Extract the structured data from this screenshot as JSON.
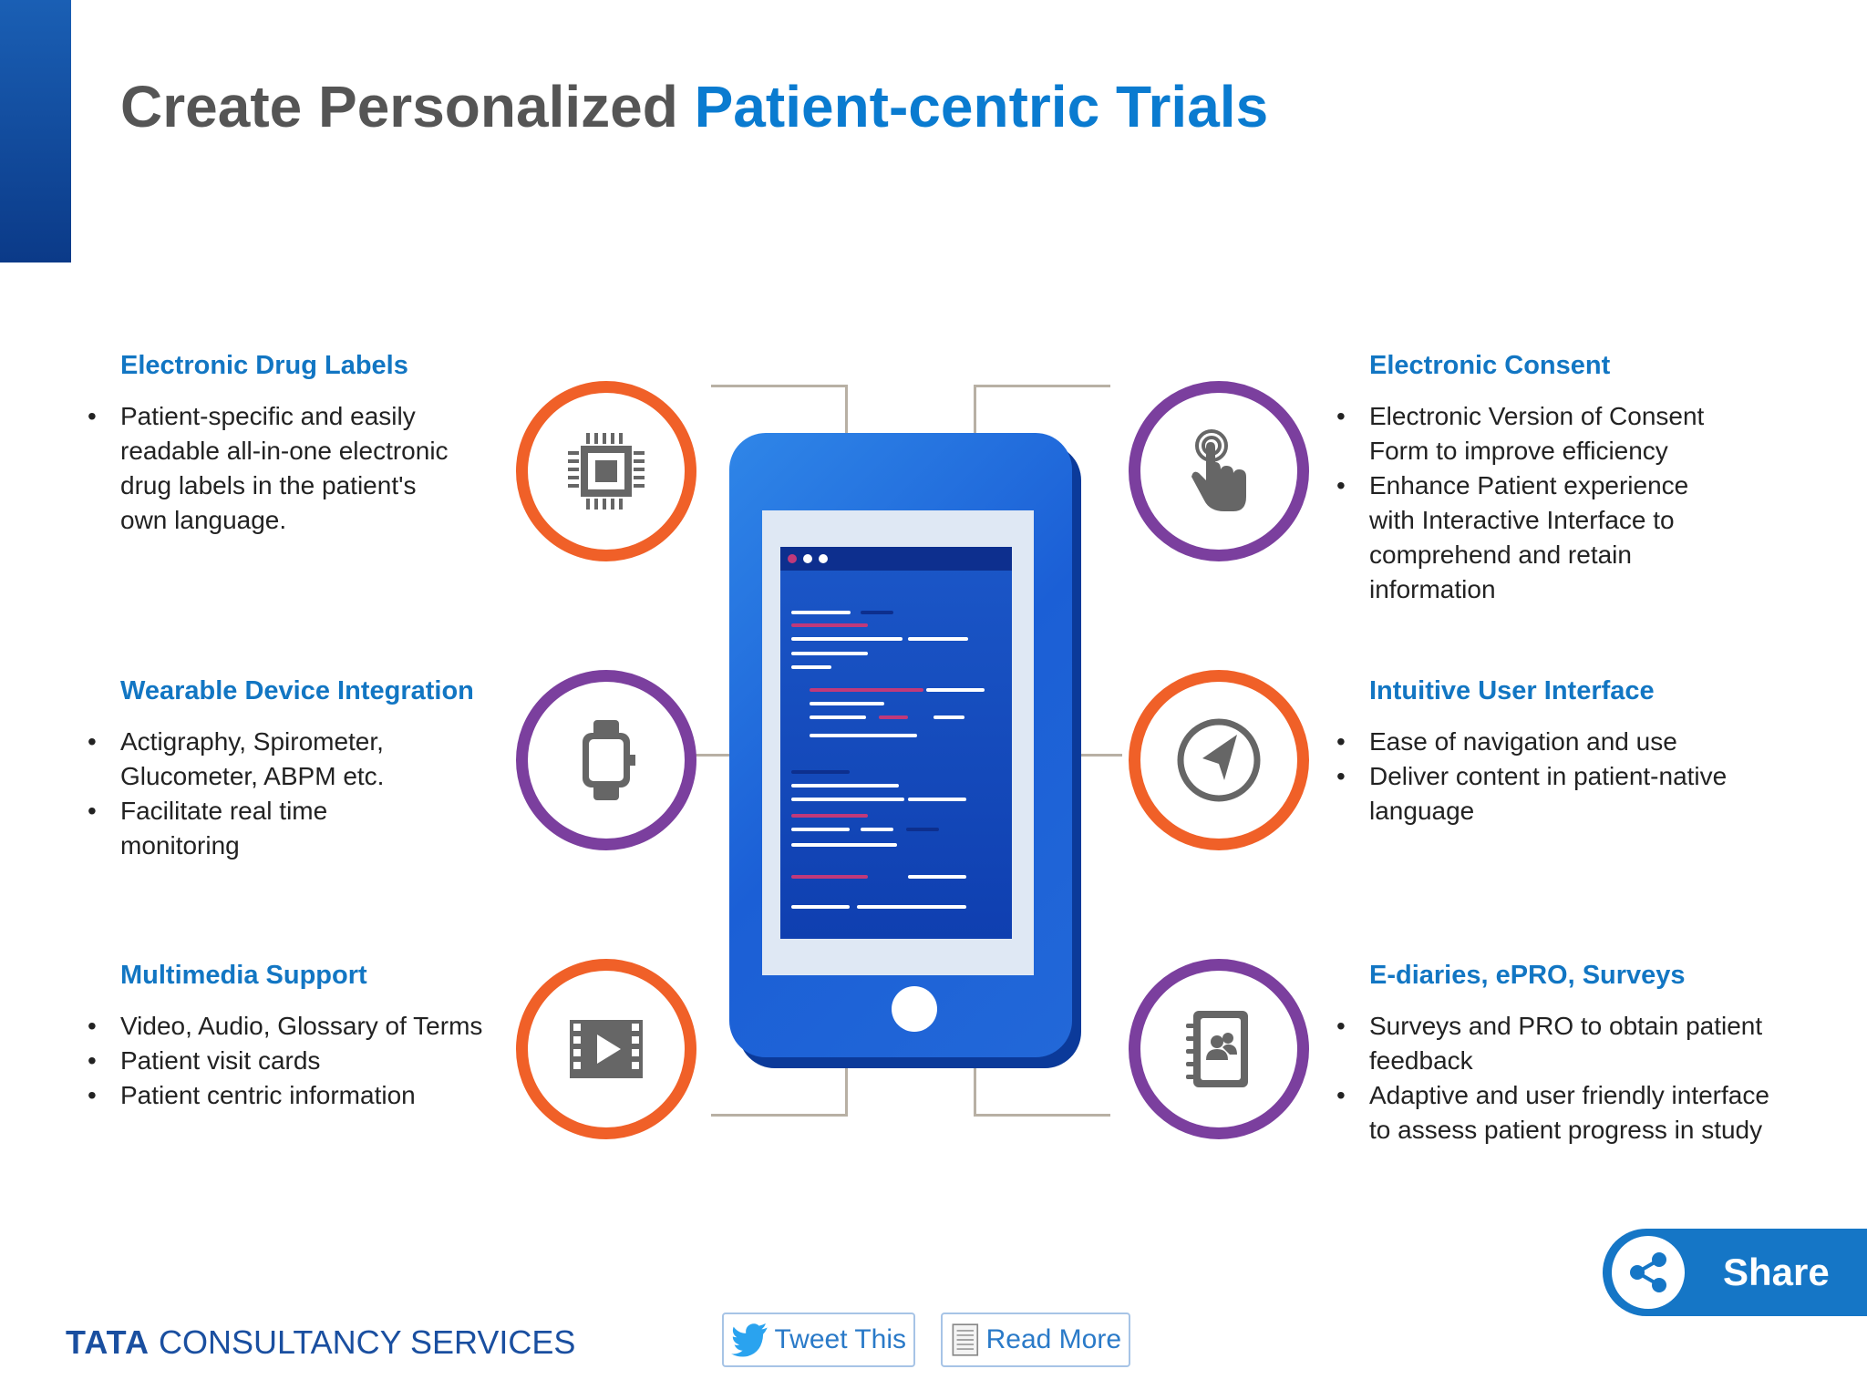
{
  "title": {
    "part1": "Create Personalized ",
    "part2": "Patient-centric Trials"
  },
  "sections": {
    "drug_labels": {
      "heading": "Electronic Drug Labels",
      "items": [
        "Patient-specific and easily readable all-in-one electronic drug labels in the patient's own language."
      ]
    },
    "wearable": {
      "heading": "Wearable Device Integration",
      "items": [
        "Actigraphy, Spirometer, Glucometer, ABPM etc.",
        "Facilitate real time monitoring"
      ]
    },
    "multimedia": {
      "heading": "Multimedia Support",
      "items": [
        "Video, Audio, Glossary of Terms",
        "Patient visit cards",
        "Patient centric information"
      ]
    },
    "consent": {
      "heading": "Electronic Consent",
      "items": [
        "Electronic Version of Consent Form to improve efficiency",
        "Enhance  Patient experience with Interactive Interface to comprehend and retain information"
      ]
    },
    "ui": {
      "heading": "Intuitive User Interface",
      "items": [
        "Ease of navigation and use",
        "Deliver content in patient-native language"
      ]
    },
    "ediaries": {
      "heading": "E-diaries, ePRO, Surveys",
      "items": [
        "Surveys and PRO to obtain patient feedback",
        "Adaptive and user friendly interface to assess patient progress in study"
      ]
    }
  },
  "icons": {
    "drug_labels": "chip-icon",
    "wearable": "smartwatch-icon",
    "multimedia": "video-icon",
    "consent": "touch-hand-icon",
    "ui": "compass-icon",
    "ediaries": "contact-book-icon"
  },
  "colors": {
    "orange": "#f06028",
    "purple": "#7b3f9e",
    "blue": "#0a7bd0"
  },
  "brand": {
    "bold": "TATA",
    "rest": " CONSULTANCY SERVICES"
  },
  "buttons": {
    "tweet": "Tweet This",
    "read_more": "Read More",
    "share": "Share"
  }
}
